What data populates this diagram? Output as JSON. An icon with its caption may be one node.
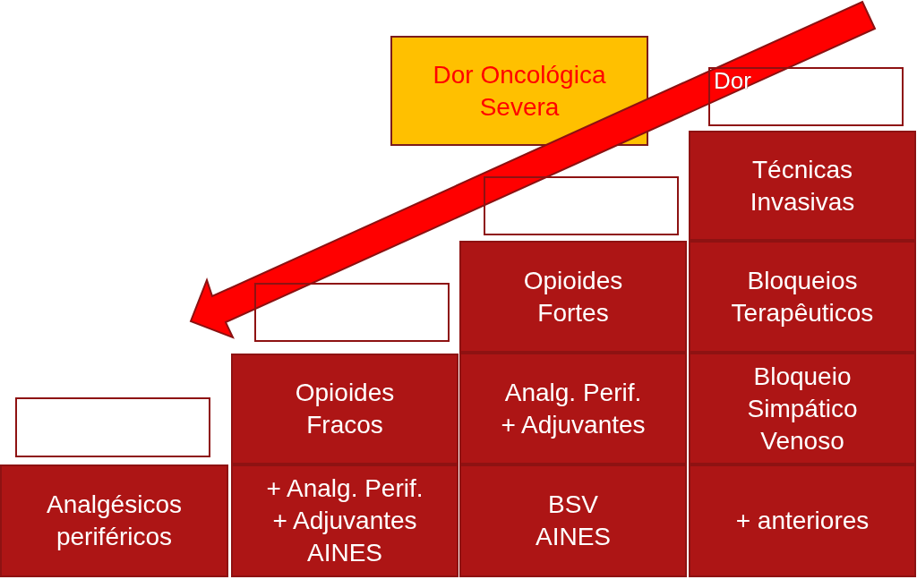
{
  "diagram": {
    "nodes": [
      {
        "text": [
          "Dor Oncológica Severa"
        ]
      },
      {
        "text": [
          "Dor"
        ]
      },
      {
        "text": [
          "Técnicas Invasivas"
        ]
      },
      {
        "text": [],
        "shape": "box"
      },
      {
        "text": [
          "Opioides Fortes"
        ]
      },
      {
        "text": [
          "Bloqueios Terapêuticos"
        ]
      },
      {
        "text": [],
        "shape": "box"
      },
      {
        "text": [
          "Opioides Fracos"
        ]
      },
      {
        "text": [
          "Analg. Perif. + Adjuvantes"
        ]
      },
      {
        "text": [
          "Bloqueio Simpático Venoso"
        ]
      },
      {
        "text": [],
        "shape": "box"
      },
      {
        "text": [
          "Analgésicos periféricos"
        ]
      },
      {
        "text": [
          "+ Analg. Perif. + Adjuvantes AINES"
        ]
      },
      {
        "text": [
          "BSV AINES"
        ]
      },
      {
        "text": [
          "+ anteriores"
        ]
      }
    ]
  }
}
